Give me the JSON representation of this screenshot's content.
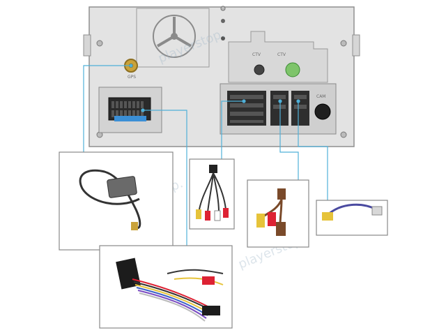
{
  "watermark": "playerstop.",
  "panel_labels": {
    "gps": "GPS",
    "ctv1": "CTV",
    "ctv2": "CTV",
    "cam": "CAM"
  },
  "colors": {
    "leader": "#4fb0d8",
    "panel": "#e3e3e3",
    "panel_border": "#8f8f8f"
  },
  "components": [
    {
      "id": "gps-antenna",
      "icon": "gps-antenna-icon"
    },
    {
      "id": "main-harness",
      "icon": "wire-harness-icon"
    },
    {
      "id": "rca-av-cable",
      "icon": "rca-cable-icon"
    },
    {
      "id": "rca-video-adapter",
      "icon": "rca-cable-icon"
    },
    {
      "id": "camera-rca-cable",
      "icon": "rca-cable-icon"
    }
  ]
}
